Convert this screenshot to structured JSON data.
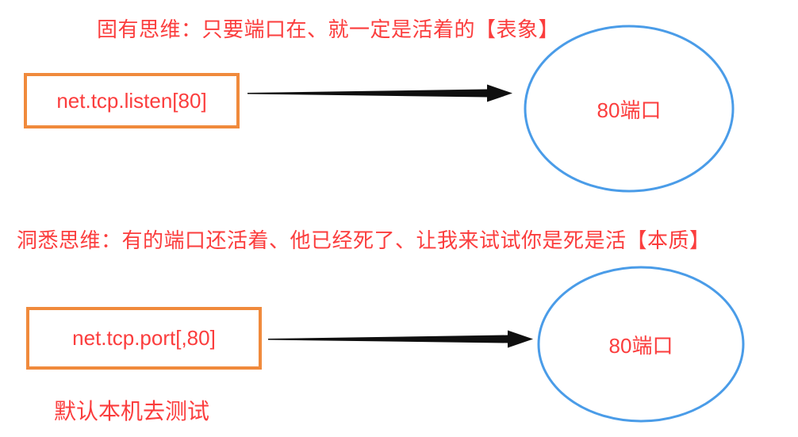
{
  "colors": {
    "red_text": "#fb3d3d",
    "orange_border": "#f08a3c",
    "blue_ellipse": "#4a9ce8",
    "arrow_black": "#0f0f0f"
  },
  "sections": [
    {
      "heading": "固有思维：只要端口在、就一定是活着的【表象】",
      "box_label": "net.tcp.listen[80]",
      "ellipse_label": "80端口"
    },
    {
      "heading": "洞悉思维：有的端口还活着、他已经死了、让我来试试你是死是活【本质】",
      "box_label": "net.tcp.port[,80]",
      "ellipse_label": "80端口",
      "note": "默认本机去测试"
    }
  ]
}
